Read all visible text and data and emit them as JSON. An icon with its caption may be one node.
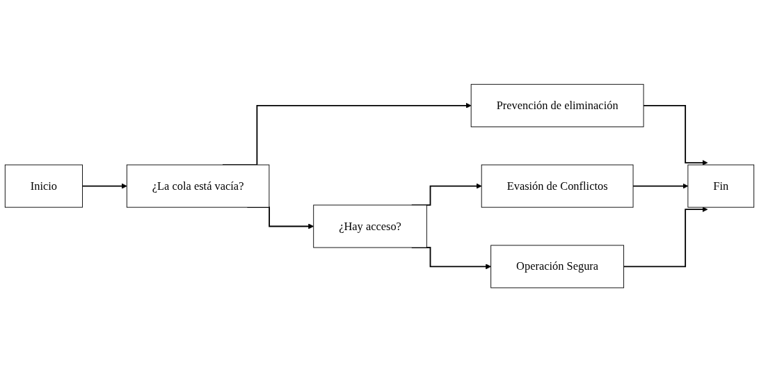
{
  "diagram": {
    "nodes": [
      {
        "text": [
          "Inicio"
        ]
      },
      {
        "text": [
          "¿La cola está vacía?"
        ]
      },
      {
        "text": [
          "Prevención de eliminación"
        ]
      },
      {
        "text": [
          "Evasión de Conflictos"
        ]
      },
      {
        "text": [
          "¿Hay acceso?"
        ]
      },
      {
        "text": [
          "Operación Segura"
        ]
      },
      {
        "text": [
          "Fin"
        ]
      }
    ],
    "edges": [
      {
        "from": 0,
        "to": 1,
        "arrow": "to"
      },
      {
        "from": 1,
        "to": 2,
        "arrow": "to"
      },
      {
        "from": 1,
        "to": 4,
        "arrow": "to"
      },
      {
        "from": 2,
        "to": 6,
        "arrow": "to"
      },
      {
        "from": 4,
        "to": 3,
        "arrow": "to"
      },
      {
        "from": 3,
        "to": 6,
        "arrow": "to"
      },
      {
        "from": 4,
        "to": 5,
        "arrow": "to"
      },
      {
        "from": 5,
        "to": 6,
        "arrow": "to"
      }
    ]
  }
}
